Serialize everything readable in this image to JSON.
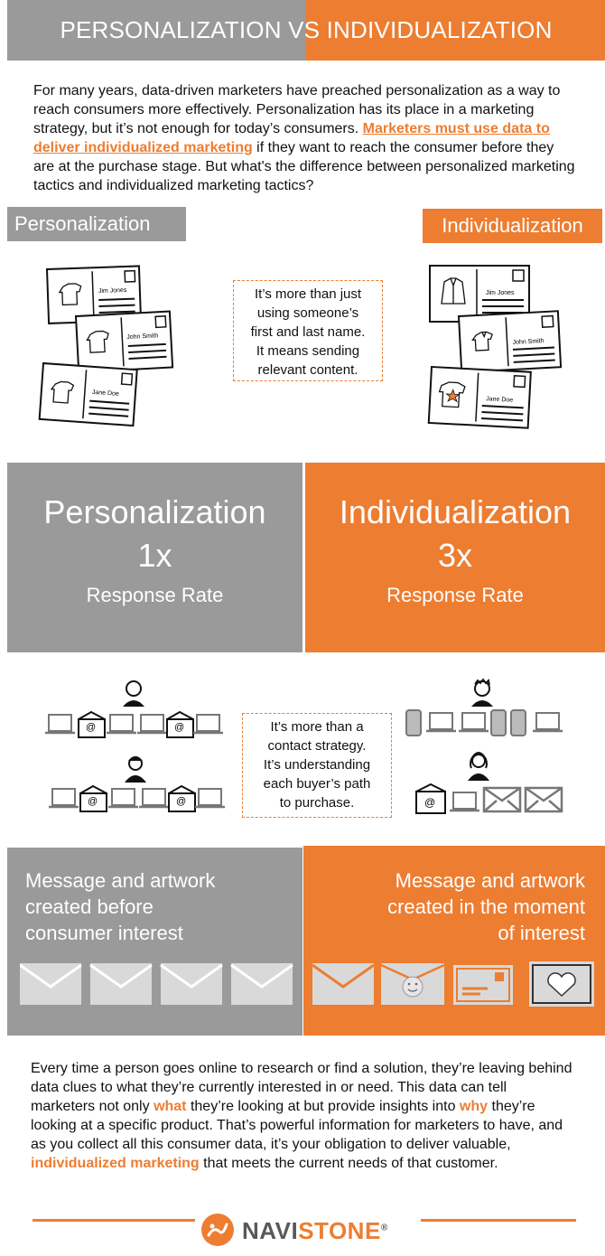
{
  "title": {
    "left": "PERSONALIZATION VS",
    "right": "INDIVIDUALIZATION"
  },
  "intro": {
    "part1": "For many years, data-driven marketers have preached personalization as a way to reach consumers more effectively. Personalization has its place in a marketing strategy, but it’s not enough for today’s consumers. ",
    "link": "Marketers must use data to deliver individualized marketing",
    "part2": " if they want to reach the consumer before they are at the purchase stage. But what's the difference between personalized marketing tactics and individualized marketing tactics?"
  },
  "section_labels": {
    "personalization": "Personalization",
    "individualization": "Individualization"
  },
  "postcards": {
    "names": [
      "Jim Jones",
      "John Smith",
      "Jane Doe"
    ]
  },
  "name_callout": {
    "lines": [
      "It’s more than just",
      "using someone’s",
      "first and last name.",
      "It means sending",
      "relevant content."
    ]
  },
  "response": {
    "left": {
      "title": "Personalization",
      "multiplier": "1x",
      "label": "Response Rate"
    },
    "right": {
      "title": "Individualization",
      "multiplier": "3x",
      "label": "Response Rate"
    }
  },
  "contact_callout": {
    "lines": [
      "It’s more than a",
      "contact strategy.",
      "It’s understanding",
      "each buyer’s path",
      "to purchase."
    ]
  },
  "message": {
    "left_lines": [
      "Message and artwork",
      "created before",
      "consumer interest"
    ],
    "right_lines": [
      "Message and artwork",
      "created in the moment",
      "of interest"
    ]
  },
  "closing": {
    "p1": "Every time a person goes online to research or find a solution, they’re leaving behind data clues to what they’re currently interested in or need. This data can tell marketers not only ",
    "w1": "what",
    "p2": " they’re looking at but provide insights into ",
    "w2": "why",
    "p3": " they’re looking at a specific product. That’s powerful information for marketers to have, and as you collect all this consumer data, it’s your obligation to deliver valuable, ",
    "w3": "individualized marketing",
    "p4": " that meets the current needs of that customer."
  },
  "logo": {
    "part1": "NAVI",
    "part2": "STONE",
    "mark": "®"
  },
  "colors": {
    "orange": "#ed7d31",
    "grey": "#9a9a9a",
    "dark_grey": "#595959"
  }
}
